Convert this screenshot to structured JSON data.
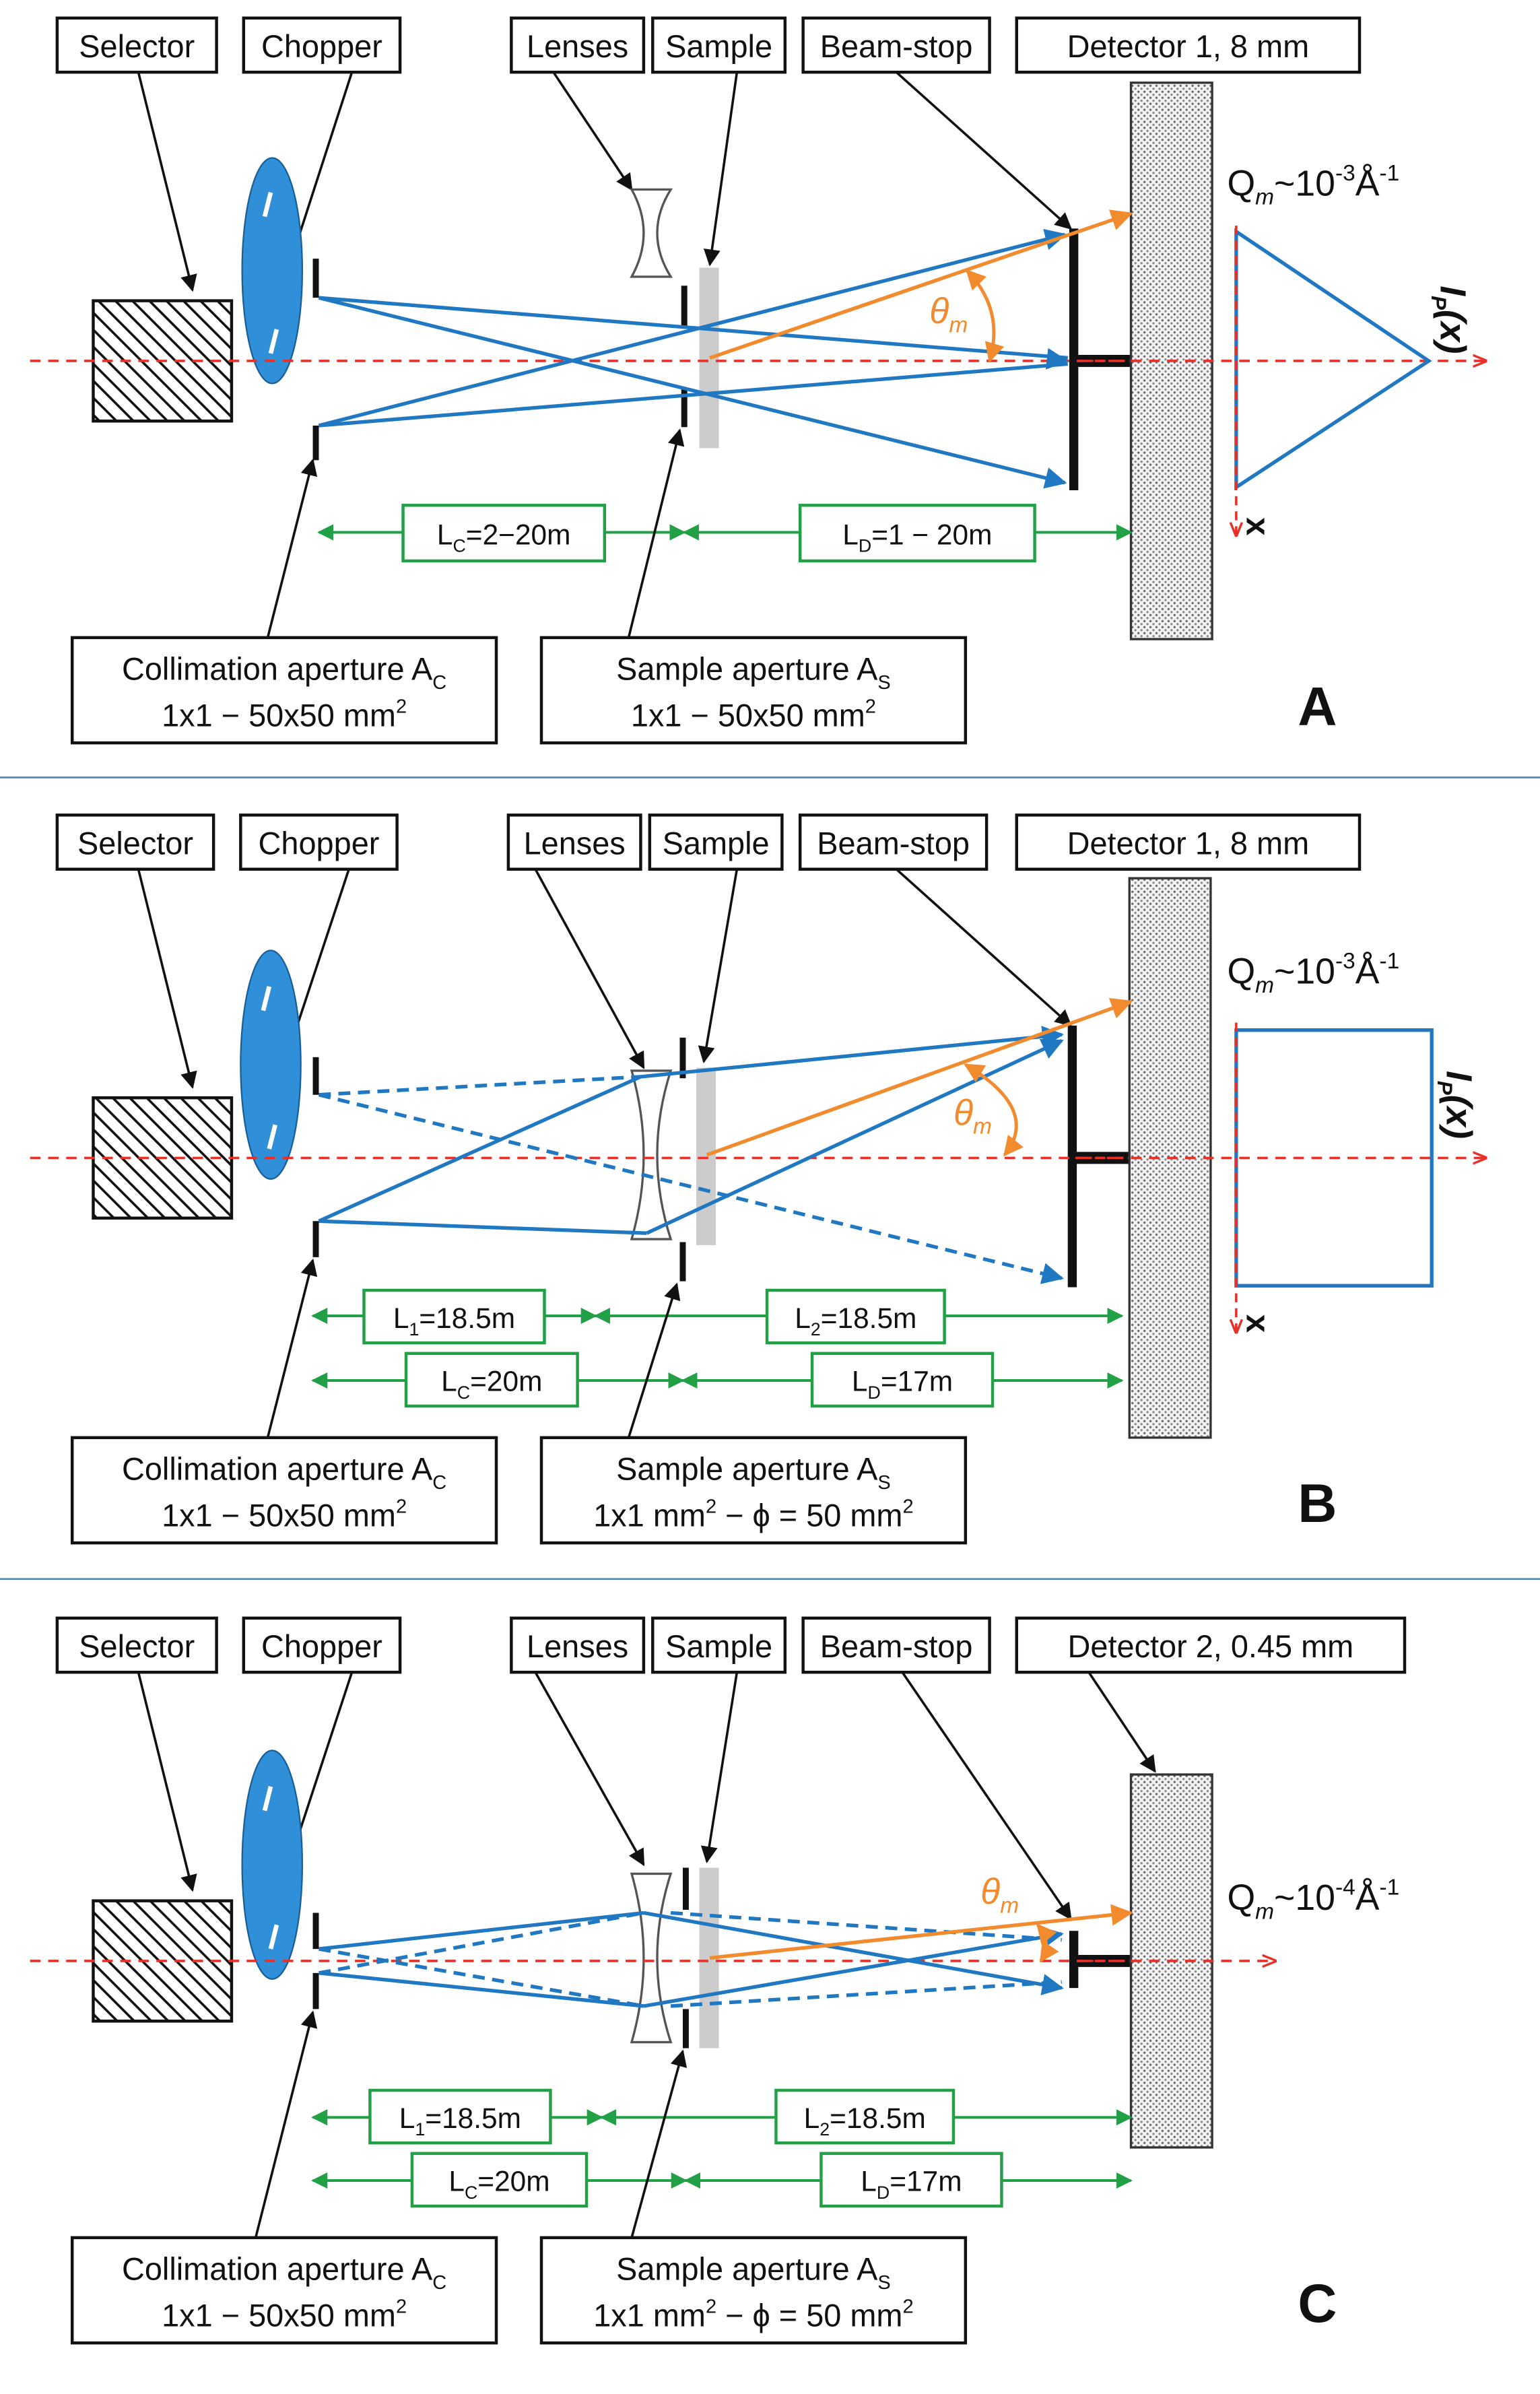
{
  "panels": [
    {
      "letter": "A",
      "labels": {
        "selector": "Selector",
        "chopper": "Chopper",
        "lenses": "Lenses",
        "sample": "Sample",
        "beam_stop": "Beam-stop",
        "detector": "Detector 1, 8 mm"
      },
      "q_label": {
        "base": "Q",
        "sub": "m",
        "mid": "~10",
        "sup": "-3",
        "unit": "Å",
        "unit_sup": "-1"
      },
      "theta": "θ",
      "theta_sub": "m",
      "profile": {
        "main": "I",
        "sub": "P",
        "arg": "(x)"
      },
      "x_axis": "x",
      "dims": [
        {
          "main": "L",
          "sub": "C",
          "rest": "=2−20m"
        },
        {
          "main": "L",
          "sub": "D",
          "rest": "=1 − 20m"
        }
      ],
      "aperture_c": {
        "line1": "Collimation aperture A",
        "line1_sub": "C",
        "line2": "1x1 − 50x50 mm",
        "line2_sup": "2"
      },
      "aperture_s": {
        "line1": "Sample aperture A",
        "line1_sub": "S",
        "line2a": "1x1 − 50x50 mm",
        "line2a_sup": "2",
        "line2b": ""
      }
    },
    {
      "letter": "B",
      "labels": {
        "selector": "Selector",
        "chopper": "Chopper",
        "lenses": "Lenses",
        "sample": "Sample",
        "beam_stop": "Beam-stop",
        "detector": "Detector 1, 8 mm"
      },
      "q_label": {
        "base": "Q",
        "sub": "m",
        "mid": "~10",
        "sup": "-3",
        "unit": "Å",
        "unit_sup": "-1"
      },
      "theta": "θ",
      "theta_sub": "m",
      "profile": {
        "main": "I",
        "sub": "P",
        "arg": "(x)"
      },
      "x_axis": "x",
      "dims": [
        {
          "main": "L",
          "sub": "1",
          "rest": "=18.5m"
        },
        {
          "main": "L",
          "sub": "2",
          "rest": "=18.5m"
        },
        {
          "main": "L",
          "sub": "C",
          "rest": "=20m"
        },
        {
          "main": "L",
          "sub": "D",
          "rest": "=17m"
        }
      ],
      "aperture_c": {
        "line1": "Collimation aperture A",
        "line1_sub": "C",
        "line2": "1x1 − 50x50 mm",
        "line2_sup": "2"
      },
      "aperture_s": {
        "line1": "Sample aperture A",
        "line1_sub": "S",
        "line2a": "1x1 mm",
        "line2a_sup": "2",
        "line2b": " − ϕ = 50 mm",
        "line2b_sup": "2"
      }
    },
    {
      "letter": "C",
      "labels": {
        "selector": "Selector",
        "chopper": "Chopper",
        "lenses": "Lenses",
        "sample": "Sample",
        "beam_stop": "Beam-stop",
        "detector": "Detector 2, 0.45 mm"
      },
      "q_label": {
        "base": "Q",
        "sub": "m",
        "mid": "~10",
        "sup": "-4",
        "unit": "Å",
        "unit_sup": "-1"
      },
      "theta": "θ",
      "theta_sub": "m",
      "dims": [
        {
          "main": "L",
          "sub": "1",
          "rest": "=18.5m"
        },
        {
          "main": "L",
          "sub": "2",
          "rest": "=18.5m"
        },
        {
          "main": "L",
          "sub": "C",
          "rest": "=20m"
        },
        {
          "main": "L",
          "sub": "D",
          "rest": "=17m"
        }
      ],
      "aperture_c": {
        "line1": "Collimation aperture A",
        "line1_sub": "C",
        "line2": "1x1 − 50x50 mm",
        "line2_sup": "2"
      },
      "aperture_s": {
        "line1": "Sample aperture A",
        "line1_sub": "S",
        "line2a": "1x1 mm",
        "line2a_sup": "2",
        "line2b": " − ϕ = 50 mm",
        "line2b_sup": "2"
      }
    }
  ],
  "colors": {
    "beam": "#1f78c1",
    "scatter": "#f28a2e",
    "axis": "#e8302a",
    "dimension": "#22a046",
    "separator": "#4a90b8",
    "chopper": "#2f8fd8"
  }
}
